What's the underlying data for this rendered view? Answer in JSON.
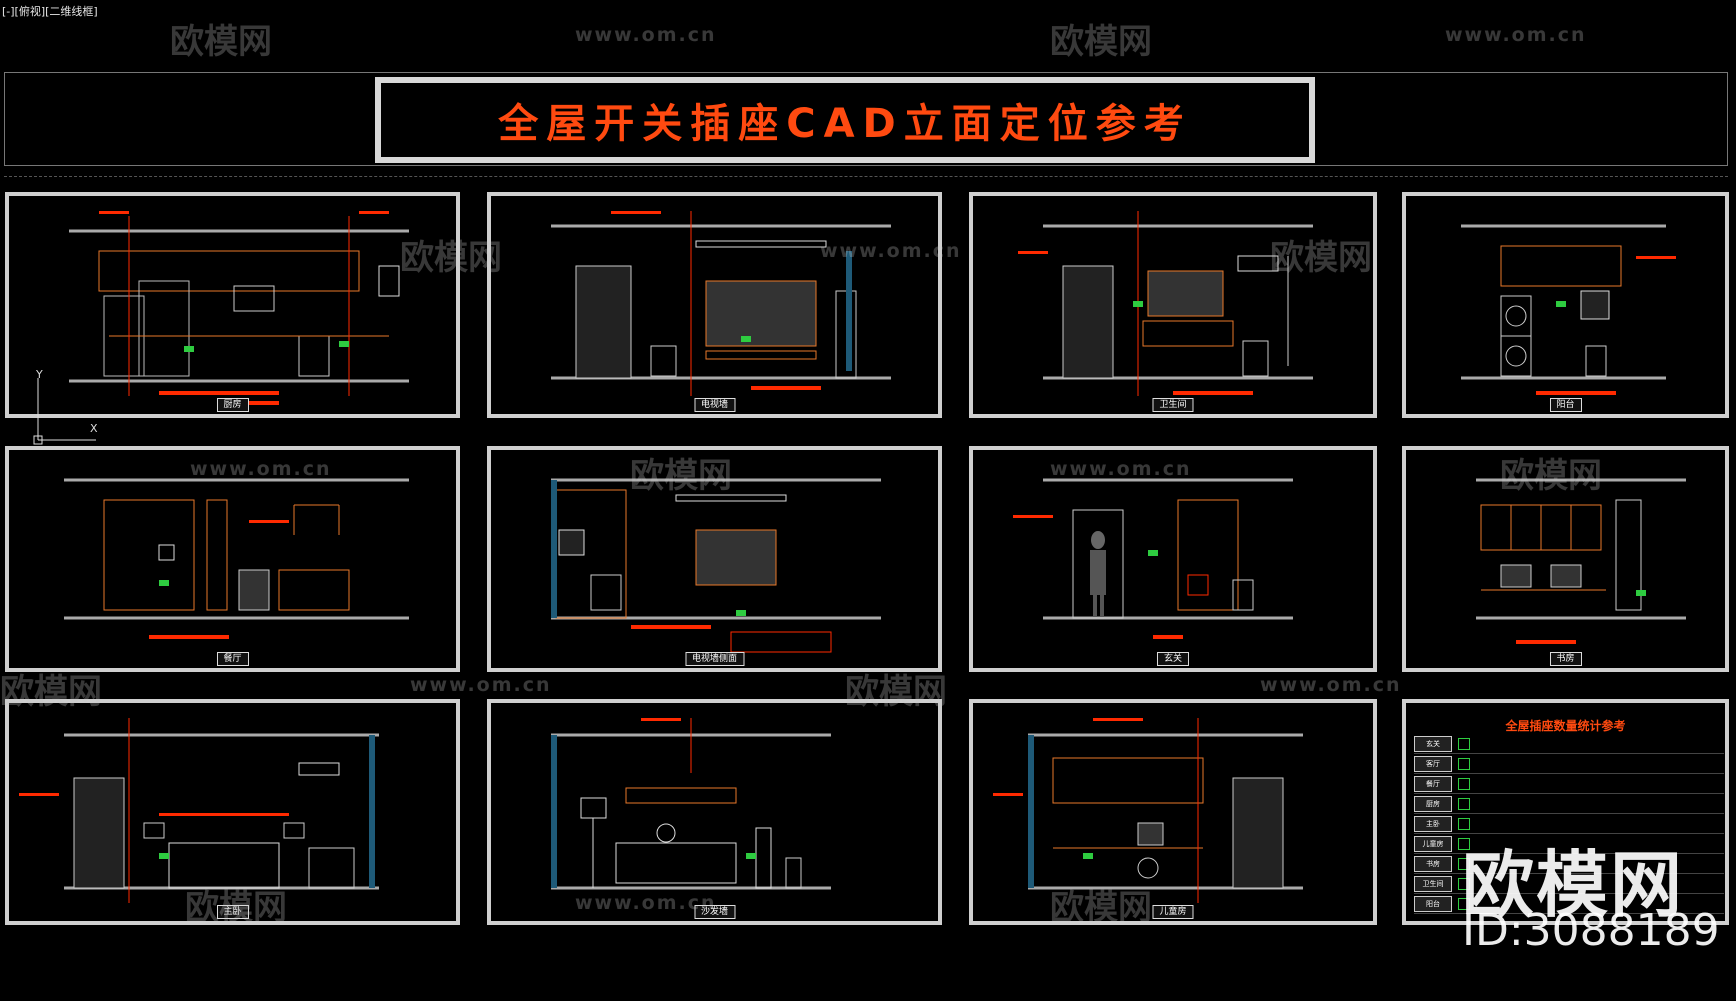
{
  "viewport_label": "[-][俯视][二维线框]",
  "title": "全屋开关插座CAD立面定位参考",
  "watermark": {
    "logo_text": "欧模网",
    "url_text": "www.om.cn"
  },
  "sheets": [
    {
      "label": "厨房"
    },
    {
      "label": "电视墙"
    },
    {
      "label": "卫生间"
    },
    {
      "label": "阳台"
    },
    {
      "label": "餐厅"
    },
    {
      "label": "电视墙侧面"
    },
    {
      "label": "玄关"
    },
    {
      "label": "书房"
    },
    {
      "label": "主卧"
    },
    {
      "label": "沙发墙"
    },
    {
      "label": "儿童房"
    }
  ],
  "stats_table": {
    "title": "全屋插座数量统计参考",
    "rows": [
      "玄关",
      "客厅",
      "餐厅",
      "厨房",
      "主卧",
      "儿童房",
      "书房",
      "卫生间",
      "阳台"
    ]
  },
  "ucs": {
    "x_label": "X",
    "y_label": "Y"
  },
  "overlay": {
    "logo": "欧模网",
    "id": "ID:3088189"
  },
  "colors": {
    "accent": "#ff4a10",
    "frame": "#cfcfcf",
    "cad_orange": "#e8782a",
    "cad_red": "#ff2a00"
  }
}
